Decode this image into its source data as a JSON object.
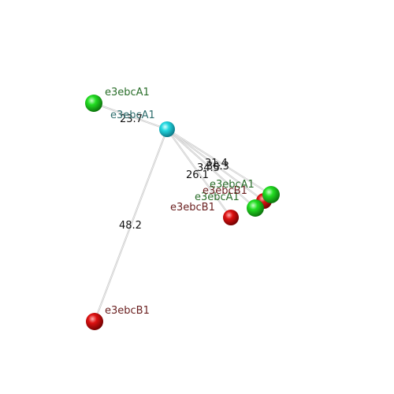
{
  "colors": {
    "background": "#ffffff",
    "edge": "#c8c8c8",
    "green_node": "#22dd22",
    "red_node": "#dd1111",
    "cyan_node": "#22d8e0",
    "green_label": "#2a6e2a",
    "red_label": "#6a1f1f",
    "center_label": "#2c6c6c"
  },
  "center": {
    "label": "e3ebcA1",
    "color": "cyan"
  },
  "nodes": [
    {
      "id": "g_top",
      "label": "e3ebcA1",
      "color": "green",
      "edge_label": "23.7"
    },
    {
      "id": "r_bottom",
      "label": "e3ebcB1",
      "color": "red",
      "edge_label": "48.2"
    },
    {
      "id": "r_near",
      "label": "e3ebcB1",
      "color": "red",
      "edge_label": "26.1"
    },
    {
      "id": "g_mid",
      "label": "e3ebcA1",
      "color": "green",
      "edge_label": "34.5"
    },
    {
      "id": "r_far",
      "label": "e3ebcB1",
      "color": "red",
      "edge_label": "30.3"
    },
    {
      "id": "g_far",
      "label": "e3ebcA1",
      "color": "green",
      "edge_label": "31.4"
    }
  ]
}
